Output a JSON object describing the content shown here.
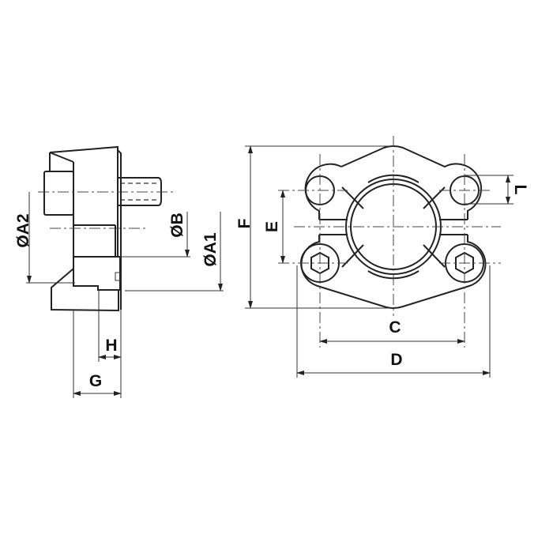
{
  "labels": {
    "a2": "ØA2",
    "b": "ØB",
    "a1": "ØA1",
    "f": "F",
    "e": "E",
    "l": "L",
    "c": "C",
    "d": "D",
    "h": "H",
    "g": "G"
  },
  "colors": {
    "line": "#222222",
    "background": "#ffffff"
  }
}
